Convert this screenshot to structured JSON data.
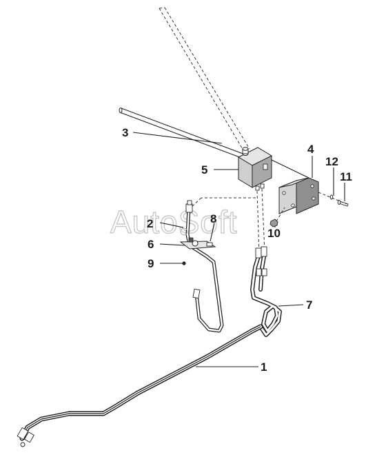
{
  "diagram": {
    "watermark": "AutoSoft",
    "callouts": [
      "1",
      "2",
      "3",
      "4",
      "5",
      "6",
      "7",
      "8",
      "9",
      "10",
      "11",
      "12"
    ]
  },
  "colors": {
    "line": "#1a1a1a",
    "part_fill": "#dcdcdc",
    "part_shade": "#9a9a9a",
    "watermark_outline": "#c8c8c8"
  }
}
